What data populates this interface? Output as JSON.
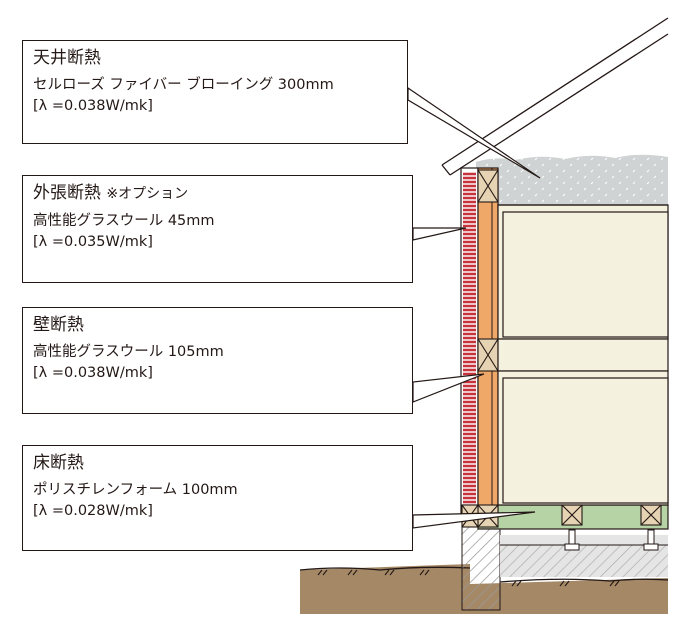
{
  "callouts": [
    {
      "title": "天井断熱",
      "option": "",
      "material": "セルローズ ファイバー ブローイング 300mm",
      "lambda": "[λ =0.038W/mk]"
    },
    {
      "title": "外張断熱",
      "option": "※オプション",
      "material": "高性能グラスウール 45mm",
      "lambda": "[λ =0.035W/mk]"
    },
    {
      "title": "壁断熱",
      "option": "",
      "material": "高性能グラスウール 105mm",
      "lambda": "[λ =0.038W/mk]"
    },
    {
      "title": "床断熱",
      "option": "",
      "material": "ポリスチレンフォーム 100mm",
      "lambda": "[λ =0.028W/mk]"
    }
  ],
  "colors": {
    "roof_insulation": "#cfd3d3",
    "exterior_insulation": "#c8323c",
    "wall_insulation": "#f0a868",
    "floor_insulation": "#b5d3a4",
    "room_fill": "#f4f2df",
    "ground": "#a58866",
    "foundation_hatch": "#9a9a9a"
  }
}
